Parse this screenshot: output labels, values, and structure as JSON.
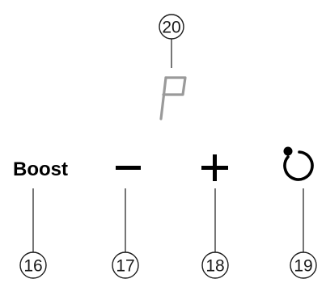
{
  "display": {
    "callout": "20",
    "symbol": "P"
  },
  "controls": [
    {
      "callout": "16",
      "label": "Boost",
      "icon": null
    },
    {
      "callout": "17",
      "label": "",
      "icon": "minus-icon"
    },
    {
      "callout": "18",
      "label": "",
      "icon": "plus-icon"
    },
    {
      "callout": "19",
      "label": "",
      "icon": "power-timer-icon"
    }
  ]
}
